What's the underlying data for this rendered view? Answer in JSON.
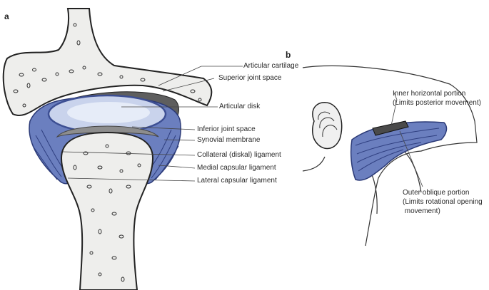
{
  "panels": {
    "a": "a",
    "b": "b"
  },
  "panel_a_labels": {
    "articular_cartilage": "Articular cartilage",
    "superior_joint_space": "Superior joint space",
    "articular_disk": "Articular disk",
    "inferior_joint_space": "Inferior joint space",
    "synovial_membrane": "Synovial membrane",
    "collateral_ligament": "Collateral (diskal) ligament",
    "medial_capsular_ligament": "Medial capsular ligament",
    "lateral_capsular_ligament": "Lateral capsular ligament"
  },
  "panel_b_labels": {
    "inner_horizontal_1": "Inner horizontal portion",
    "inner_horizontal_2": "(Limits posterior movement)",
    "outer_oblique_1": "Outer oblique portion",
    "outer_oblique_2": "(Limits rotational opening",
    "outer_oblique_3": " movement)"
  },
  "colors": {
    "bone_fill": "#eeeeec",
    "disk_blue": "#c9d3ec",
    "ligament_blue": "#6b7fbf",
    "ligament_dark": "#3d4f93",
    "cartilage_dark": "#5a5a5a",
    "joint_space": "#9a9a9a"
  }
}
